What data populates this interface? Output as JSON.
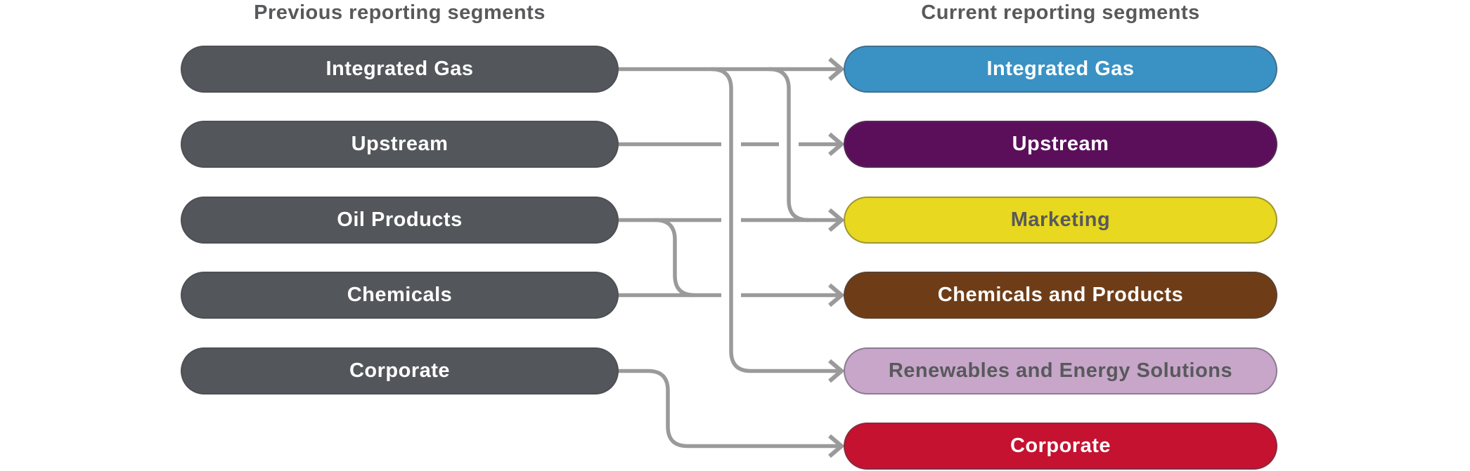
{
  "headers": {
    "previous": "Previous reporting segments",
    "current": "Current reporting segments"
  },
  "colors": {
    "background": "#FFFFFF",
    "heading_text": "#58595B",
    "connector": "#9A9A9A",
    "previous_pill": "#53565A"
  },
  "previous_segments": [
    {
      "label": "Integrated Gas",
      "color": "#53565A",
      "text_color": "#FFFFFF"
    },
    {
      "label": "Upstream",
      "color": "#53565A",
      "text_color": "#FFFFFF"
    },
    {
      "label": "Oil Products",
      "color": "#53565A",
      "text_color": "#FFFFFF"
    },
    {
      "label": "Chemicals",
      "color": "#53565A",
      "text_color": "#FFFFFF"
    },
    {
      "label": "Corporate",
      "color": "#53565A",
      "text_color": "#FFFFFF"
    }
  ],
  "current_segments": [
    {
      "label": "Integrated Gas",
      "color": "#3A92C4",
      "text_color": "#FFFFFF"
    },
    {
      "label": "Upstream",
      "color": "#5B0F5B",
      "text_color": "#FFFFFF"
    },
    {
      "label": "Marketing",
      "color": "#E8D81F",
      "text_color": "#58595B"
    },
    {
      "label": "Chemicals and Products",
      "color": "#6E3D17",
      "text_color": "#FFFFFF"
    },
    {
      "label": "Renewables and Energy Solutions",
      "color": "#C7A6CA",
      "text_color": "#58595B"
    },
    {
      "label": "Corporate",
      "color": "#C41230",
      "text_color": "#FFFFFF"
    }
  ],
  "connections": [
    {
      "from": "Integrated Gas",
      "to": "Integrated Gas"
    },
    {
      "from": "Integrated Gas",
      "to": "Marketing"
    },
    {
      "from": "Integrated Gas",
      "to": "Renewables and Energy Solutions"
    },
    {
      "from": "Upstream",
      "to": "Upstream"
    },
    {
      "from": "Oil Products",
      "to": "Marketing"
    },
    {
      "from": "Oil Products",
      "to": "Chemicals and Products"
    },
    {
      "from": "Chemicals",
      "to": "Chemicals and Products"
    },
    {
      "from": "Corporate",
      "to": "Corporate"
    }
  ]
}
